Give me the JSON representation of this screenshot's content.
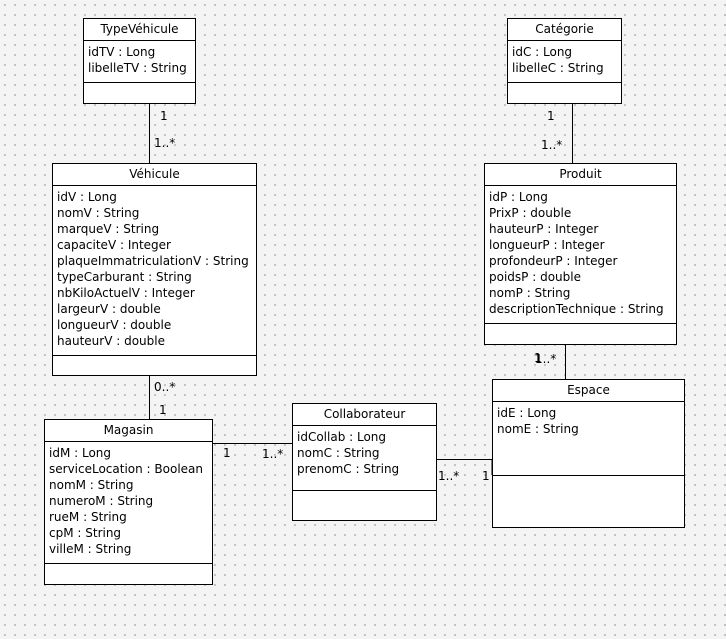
{
  "classes": {
    "type_vehicule": {
      "name": "TypeVéhicule",
      "attributes": [
        "idTV : Long",
        "libelleTV : String"
      ]
    },
    "categorie": {
      "name": "Catégorie",
      "attributes": [
        "idC : Long",
        "libelleC : String"
      ]
    },
    "vehicule": {
      "name": "Véhicule",
      "attributes": [
        "idV : Long",
        "nomV : String",
        "marqueV : String",
        "capaciteV : Integer",
        "plaqueImmatriculationV : String",
        "typeCarburant : String",
        "nbKiloActuelV : Integer",
        "largeurV : double",
        "longueurV : double",
        "hauteurV : double"
      ]
    },
    "produit": {
      "name": "Produit",
      "attributes": [
        "idP : Long",
        "PrixP : double",
        "hauteurP : Integer",
        "longueurP : Integer",
        "profondeurP : Integer",
        "poidsP : double",
        "nomP : String",
        "descriptionTechnique : String"
      ]
    },
    "espace": {
      "name": "Espace",
      "attributes": [
        "idE : Long",
        "nomE : String"
      ]
    },
    "magasin": {
      "name": "Magasin",
      "attributes": [
        "idM : Long",
        "serviceLocation : Boolean",
        "nomM : String",
        "numeroM : String",
        "rueM : String",
        "cpM : String",
        "villeM : String"
      ]
    },
    "collaborateur": {
      "name": "Collaborateur",
      "attributes": [
        "idCollab : Long",
        "nomC : String",
        "prenomC : String"
      ]
    }
  },
  "associations": [
    {
      "id": "typevehicule-vehicule",
      "from": "type_vehicule",
      "to": "vehicule",
      "from_mult": "1",
      "to_mult": "1..*"
    },
    {
      "id": "categorie-produit",
      "from": "categorie",
      "to": "produit",
      "from_mult": "1",
      "to_mult": "1..*"
    },
    {
      "id": "produit-espace",
      "from": "produit",
      "to": "espace",
      "from_mult": "1",
      "to_mult": "1..*"
    },
    {
      "id": "vehicule-magasin",
      "from": "vehicule",
      "to": "magasin",
      "from_mult": "0..*",
      "to_mult": "1"
    },
    {
      "id": "magasin-collaborateur",
      "from": "magasin",
      "to": "collaborateur",
      "from_mult": "1",
      "to_mult": "1..*"
    },
    {
      "id": "collaborateur-espace",
      "from": "collaborateur",
      "to": "espace",
      "from_mult": "1..*",
      "to_mult": "1"
    }
  ],
  "colors": {
    "background": "#f4f4f4",
    "grid_dot": "#b9b9b9",
    "box_fill": "#ffffff",
    "line": "#000000"
  }
}
